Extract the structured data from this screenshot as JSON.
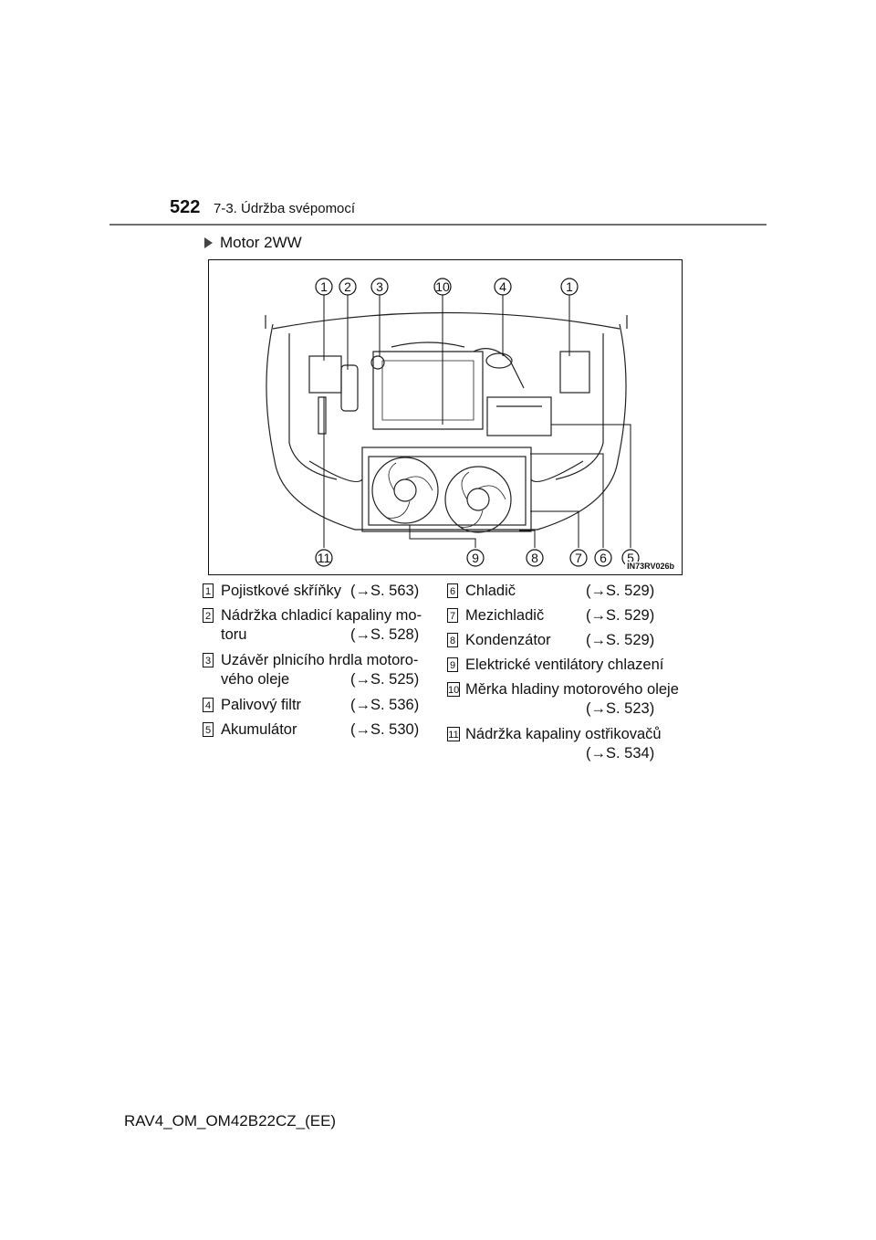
{
  "header": {
    "page_number": "522",
    "section": "7-3. Údržba svépomocí"
  },
  "subheading": "Motor 2WW",
  "figure": {
    "code": "IN73RV026b",
    "callouts_top": [
      "1",
      "2",
      "3",
      "10",
      "4",
      "1"
    ],
    "callouts_bottom": [
      "11",
      "9",
      "8",
      "7",
      "6",
      "5"
    ]
  },
  "legend_left": [
    {
      "num": "1",
      "label": "Pojistkové skříňky",
      "ref": "(→S. 563)"
    },
    {
      "num": "2",
      "label": "Nádržka chladicí kapaliny mo-",
      "label2": "toru",
      "ref": "(→S. 528)"
    },
    {
      "num": "3",
      "label": "Uzávěr plnicího hrdla motoro-",
      "label2": "vého oleje",
      "ref": "(→S. 525)"
    },
    {
      "num": "4",
      "label": "Palivový filtr",
      "ref": "(→S. 536)"
    },
    {
      "num": "5",
      "label": "Akumulátor",
      "ref": "(→S. 530)"
    }
  ],
  "legend_right": [
    {
      "num": "6",
      "label": "Chladič",
      "ref": "(→S. 529)"
    },
    {
      "num": "7",
      "label": "Mezichladič",
      "ref": "(→S. 529)"
    },
    {
      "num": "8",
      "label": "Kondenzátor",
      "ref": "(→S. 529)"
    },
    {
      "num": "9",
      "label": "Elektrické ventilátory chlazení",
      "ref": ""
    },
    {
      "num": "10",
      "label": "Měrka hladiny motorového oleje",
      "ref": "(→S. 523)"
    },
    {
      "num": "11",
      "label": "Nádržka kapaliny ostřikovačů",
      "ref": "(→S. 534)"
    }
  ],
  "footer": "RAV4_OM_OM42B22CZ_(EE)"
}
